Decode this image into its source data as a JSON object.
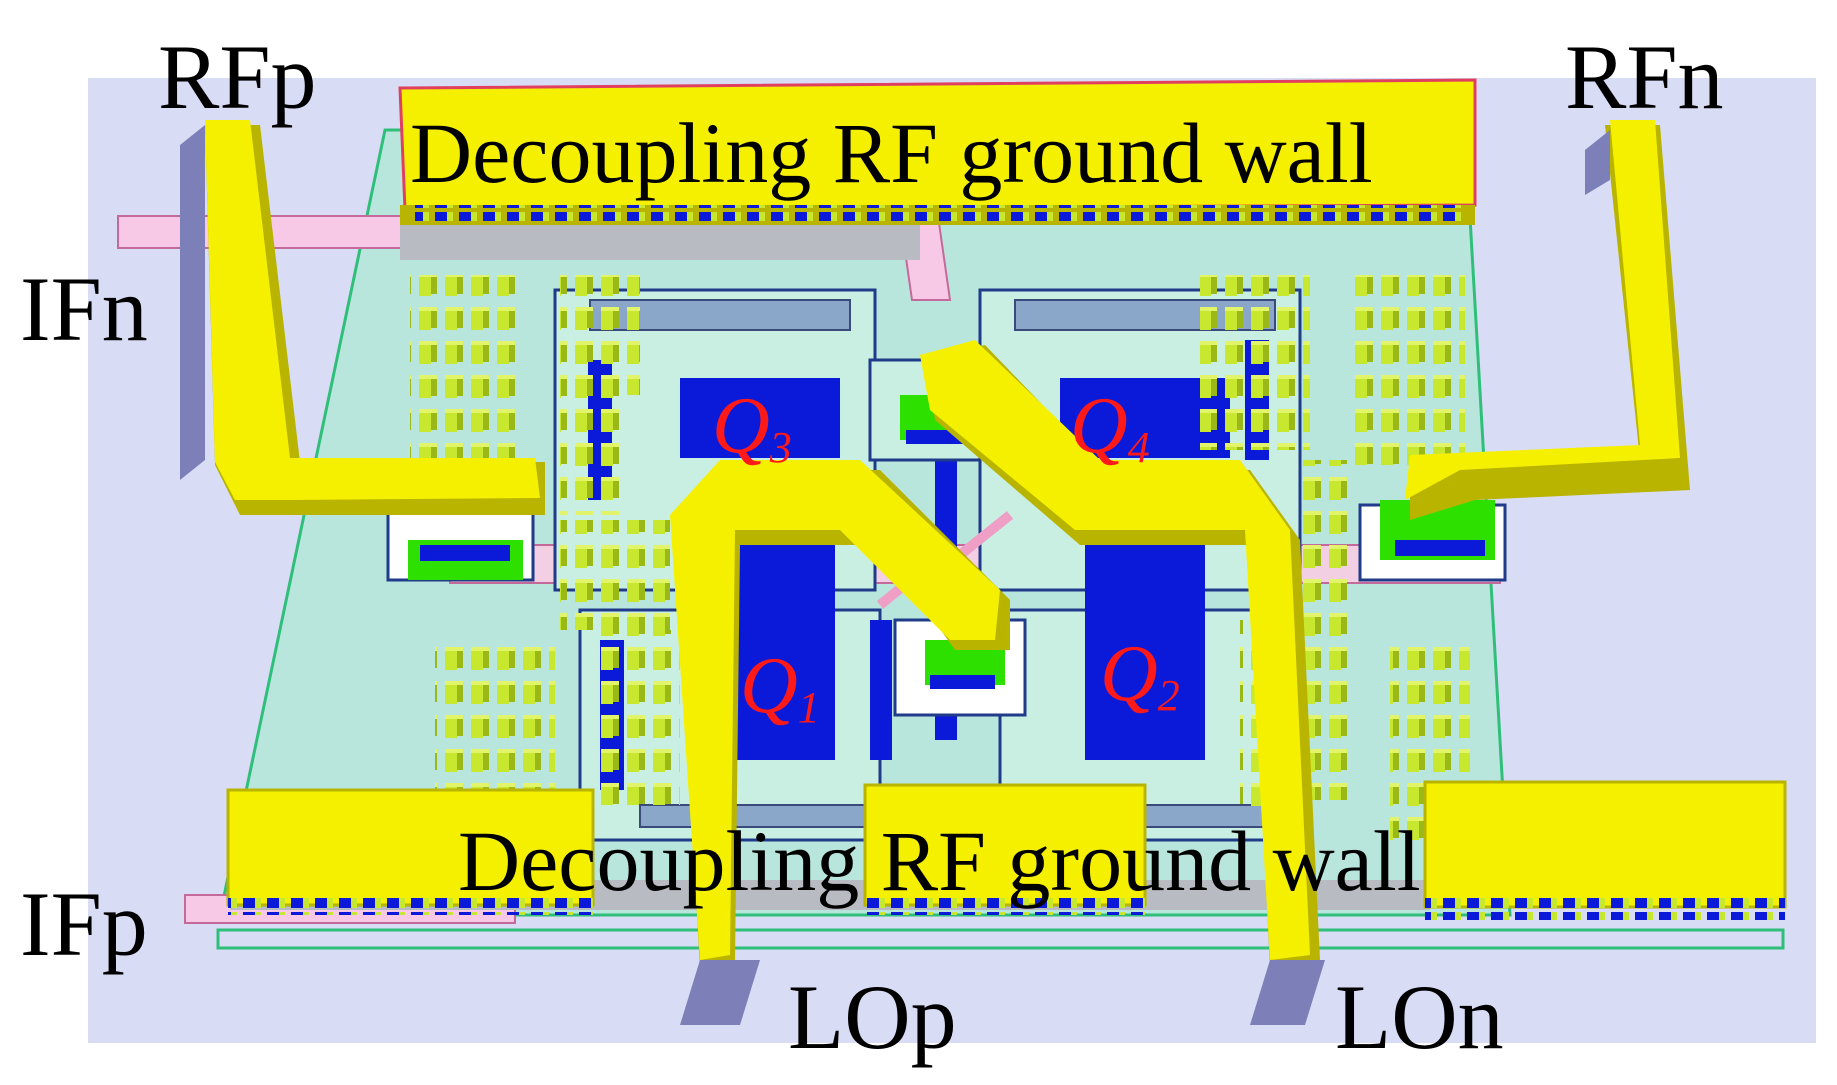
{
  "ports": {
    "rfp": "RFp",
    "rfn": "RFn",
    "ifn": "IFn",
    "ifp": "IFp",
    "lop": "LOp",
    "lon": "LOn"
  },
  "walls": {
    "top": "Decoupling RF ground wall",
    "bottom": "Decoupling RF ground wall"
  },
  "transistors": [
    {
      "letter": "Q",
      "sub": "1"
    },
    {
      "letter": "Q",
      "sub": "2"
    },
    {
      "letter": "Q",
      "sub": "3"
    },
    {
      "letter": "Q",
      "sub": "4"
    }
  ],
  "colors": {
    "substrate": "#d9dcf5",
    "ground": "#b9e6dc",
    "metal_yellow": "#f5f000",
    "metal_yellow_side": "#b8b400",
    "device_blue": "#0a1ad8",
    "via_green": "#2de000",
    "via_lime": "#c8e830",
    "trace_pink": "#f7c9e6",
    "label_red": "#ff1a1a",
    "port_pad": "#7d80b8"
  }
}
